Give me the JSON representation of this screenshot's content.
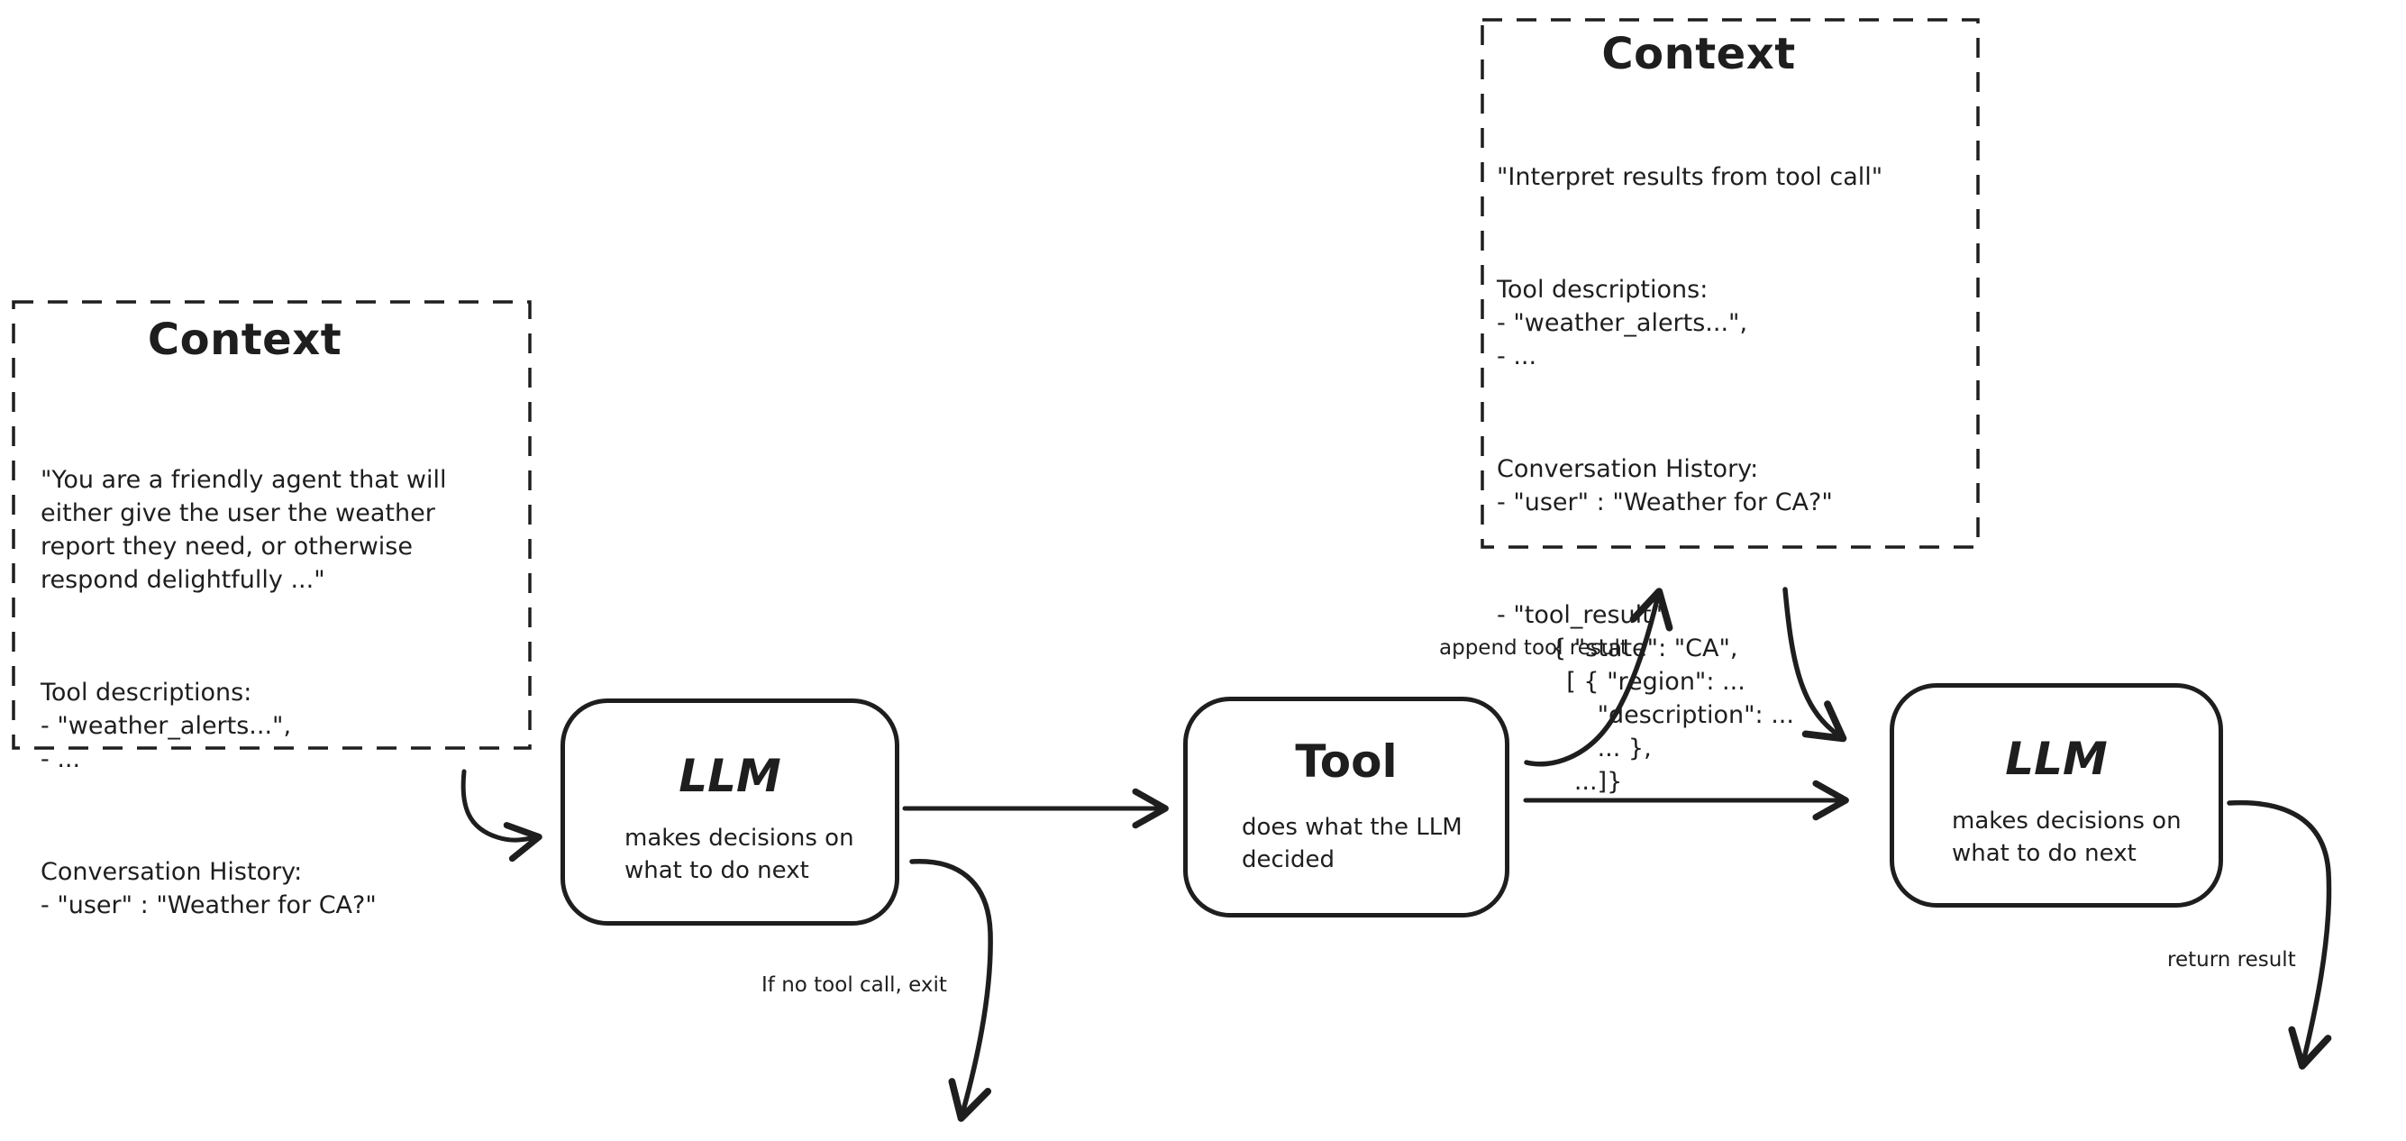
{
  "diagram": {
    "colors": {
      "ink": "#1e1e1e",
      "background": "#ffffff"
    },
    "context_left": {
      "title": "Context",
      "paragraphs": [
        "\"You are a friendly agent that will\neither give the user the weather\nreport they need, or otherwise\nrespond delightfully ...\"",
        "Tool descriptions:\n- \"weather_alerts...\",\n- ...",
        "Conversation History:\n- \"user\" : \"Weather for CA?\""
      ]
    },
    "context_top": {
      "title": "Context",
      "paragraphs": [
        "\"Interpret results from tool call\"",
        "Tool descriptions:\n- \"weather_alerts...\",\n- ...",
        "Conversation History:\n- \"user\" : \"Weather for CA?\"",
        "- \"tool_result\":\n       { \"state\": \"CA\",\n         [ { \"region\": ...\n             \"description\": ...\n             ... },\n          ...]}"
      ]
    },
    "nodes": {
      "llm_first": {
        "title": "LLM",
        "subtitle": "makes decisions on\nwhat to do next"
      },
      "tool": {
        "title": "Tool",
        "subtitle": "does what the LLM\ndecided"
      },
      "llm_second": {
        "title": "LLM",
        "subtitle": "makes decisions on\nwhat to do next"
      }
    },
    "edge_labels": {
      "append_tool_result": "append tool result",
      "if_no_tool_call_exit": "If no tool call, exit",
      "return_result": "return result"
    }
  }
}
